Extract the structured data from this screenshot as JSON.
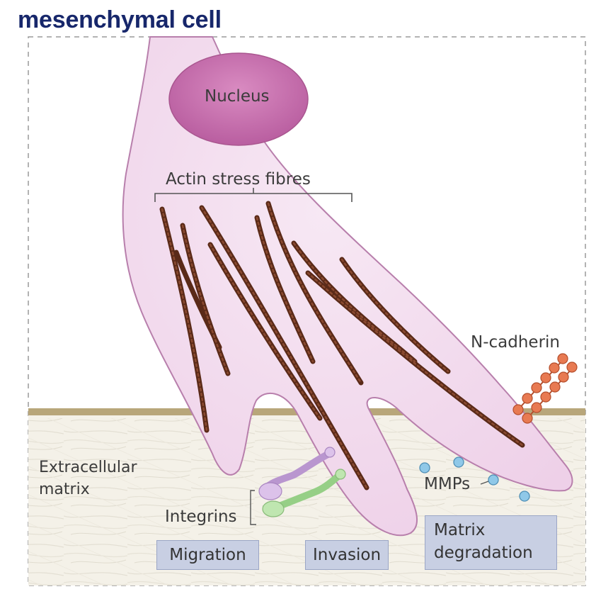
{
  "title": "mesenchymal cell",
  "labels": {
    "nucleus": "Nucleus",
    "actin": "Actin stress fibres",
    "n_cadherin": "N-cadherin",
    "ecm_line1": "Extracellular",
    "ecm_line2": "matrix",
    "mmps": "MMPs",
    "integrins": "Integrins"
  },
  "processes": {
    "migration": "Migration",
    "invasion": "Invasion",
    "matrix_line1": "Matrix",
    "matrix_line2": "degradation"
  },
  "colors": {
    "cell_fill": "#f3dcef",
    "cell_edge": "#9a5a8e",
    "nucleus": "#c86fae",
    "actin": "#5a2a18",
    "membrane_band": "#b8a67a",
    "n_cadherin": "#e87a52",
    "mmp": "#8fc8e8",
    "integrin_purple": "#dcc2ea",
    "integrin_green": "#bfe6b0",
    "process_box": "#c8cfe3"
  }
}
